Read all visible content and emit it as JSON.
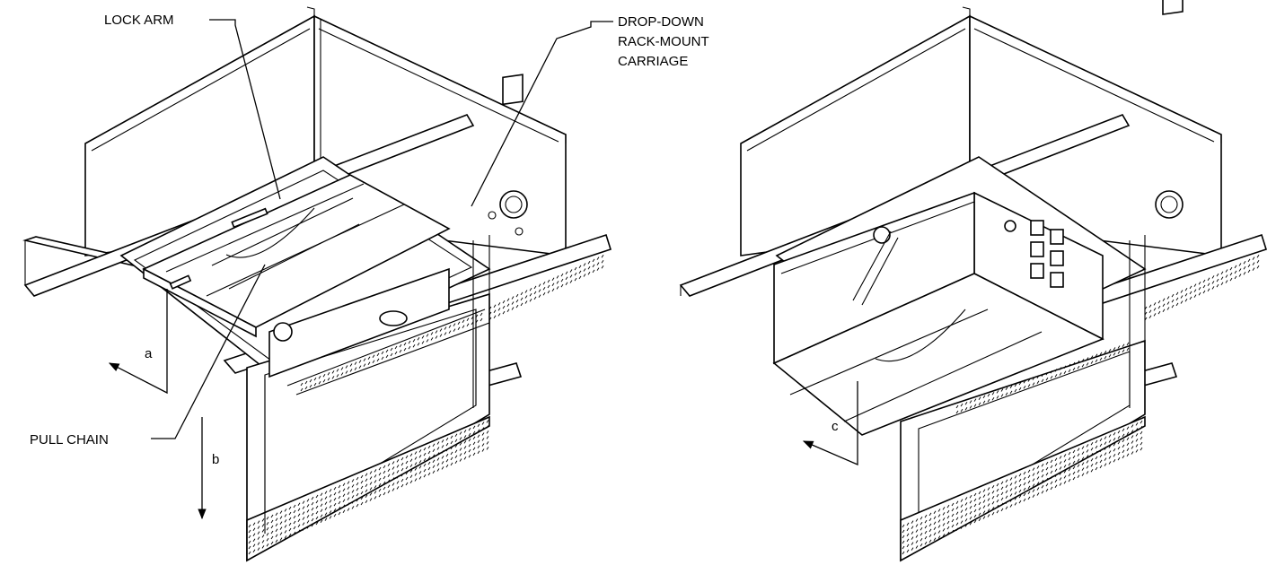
{
  "labels": {
    "lock_arm": "LOCK ARM",
    "drop_down_1": "DROP-DOWN",
    "drop_down_2": "RACK-MOUNT",
    "drop_down_3": "CARRIAGE",
    "pull_chain": "PULL CHAIN",
    "arrow_a": "a",
    "arrow_b": "b",
    "arrow_c": "c"
  }
}
